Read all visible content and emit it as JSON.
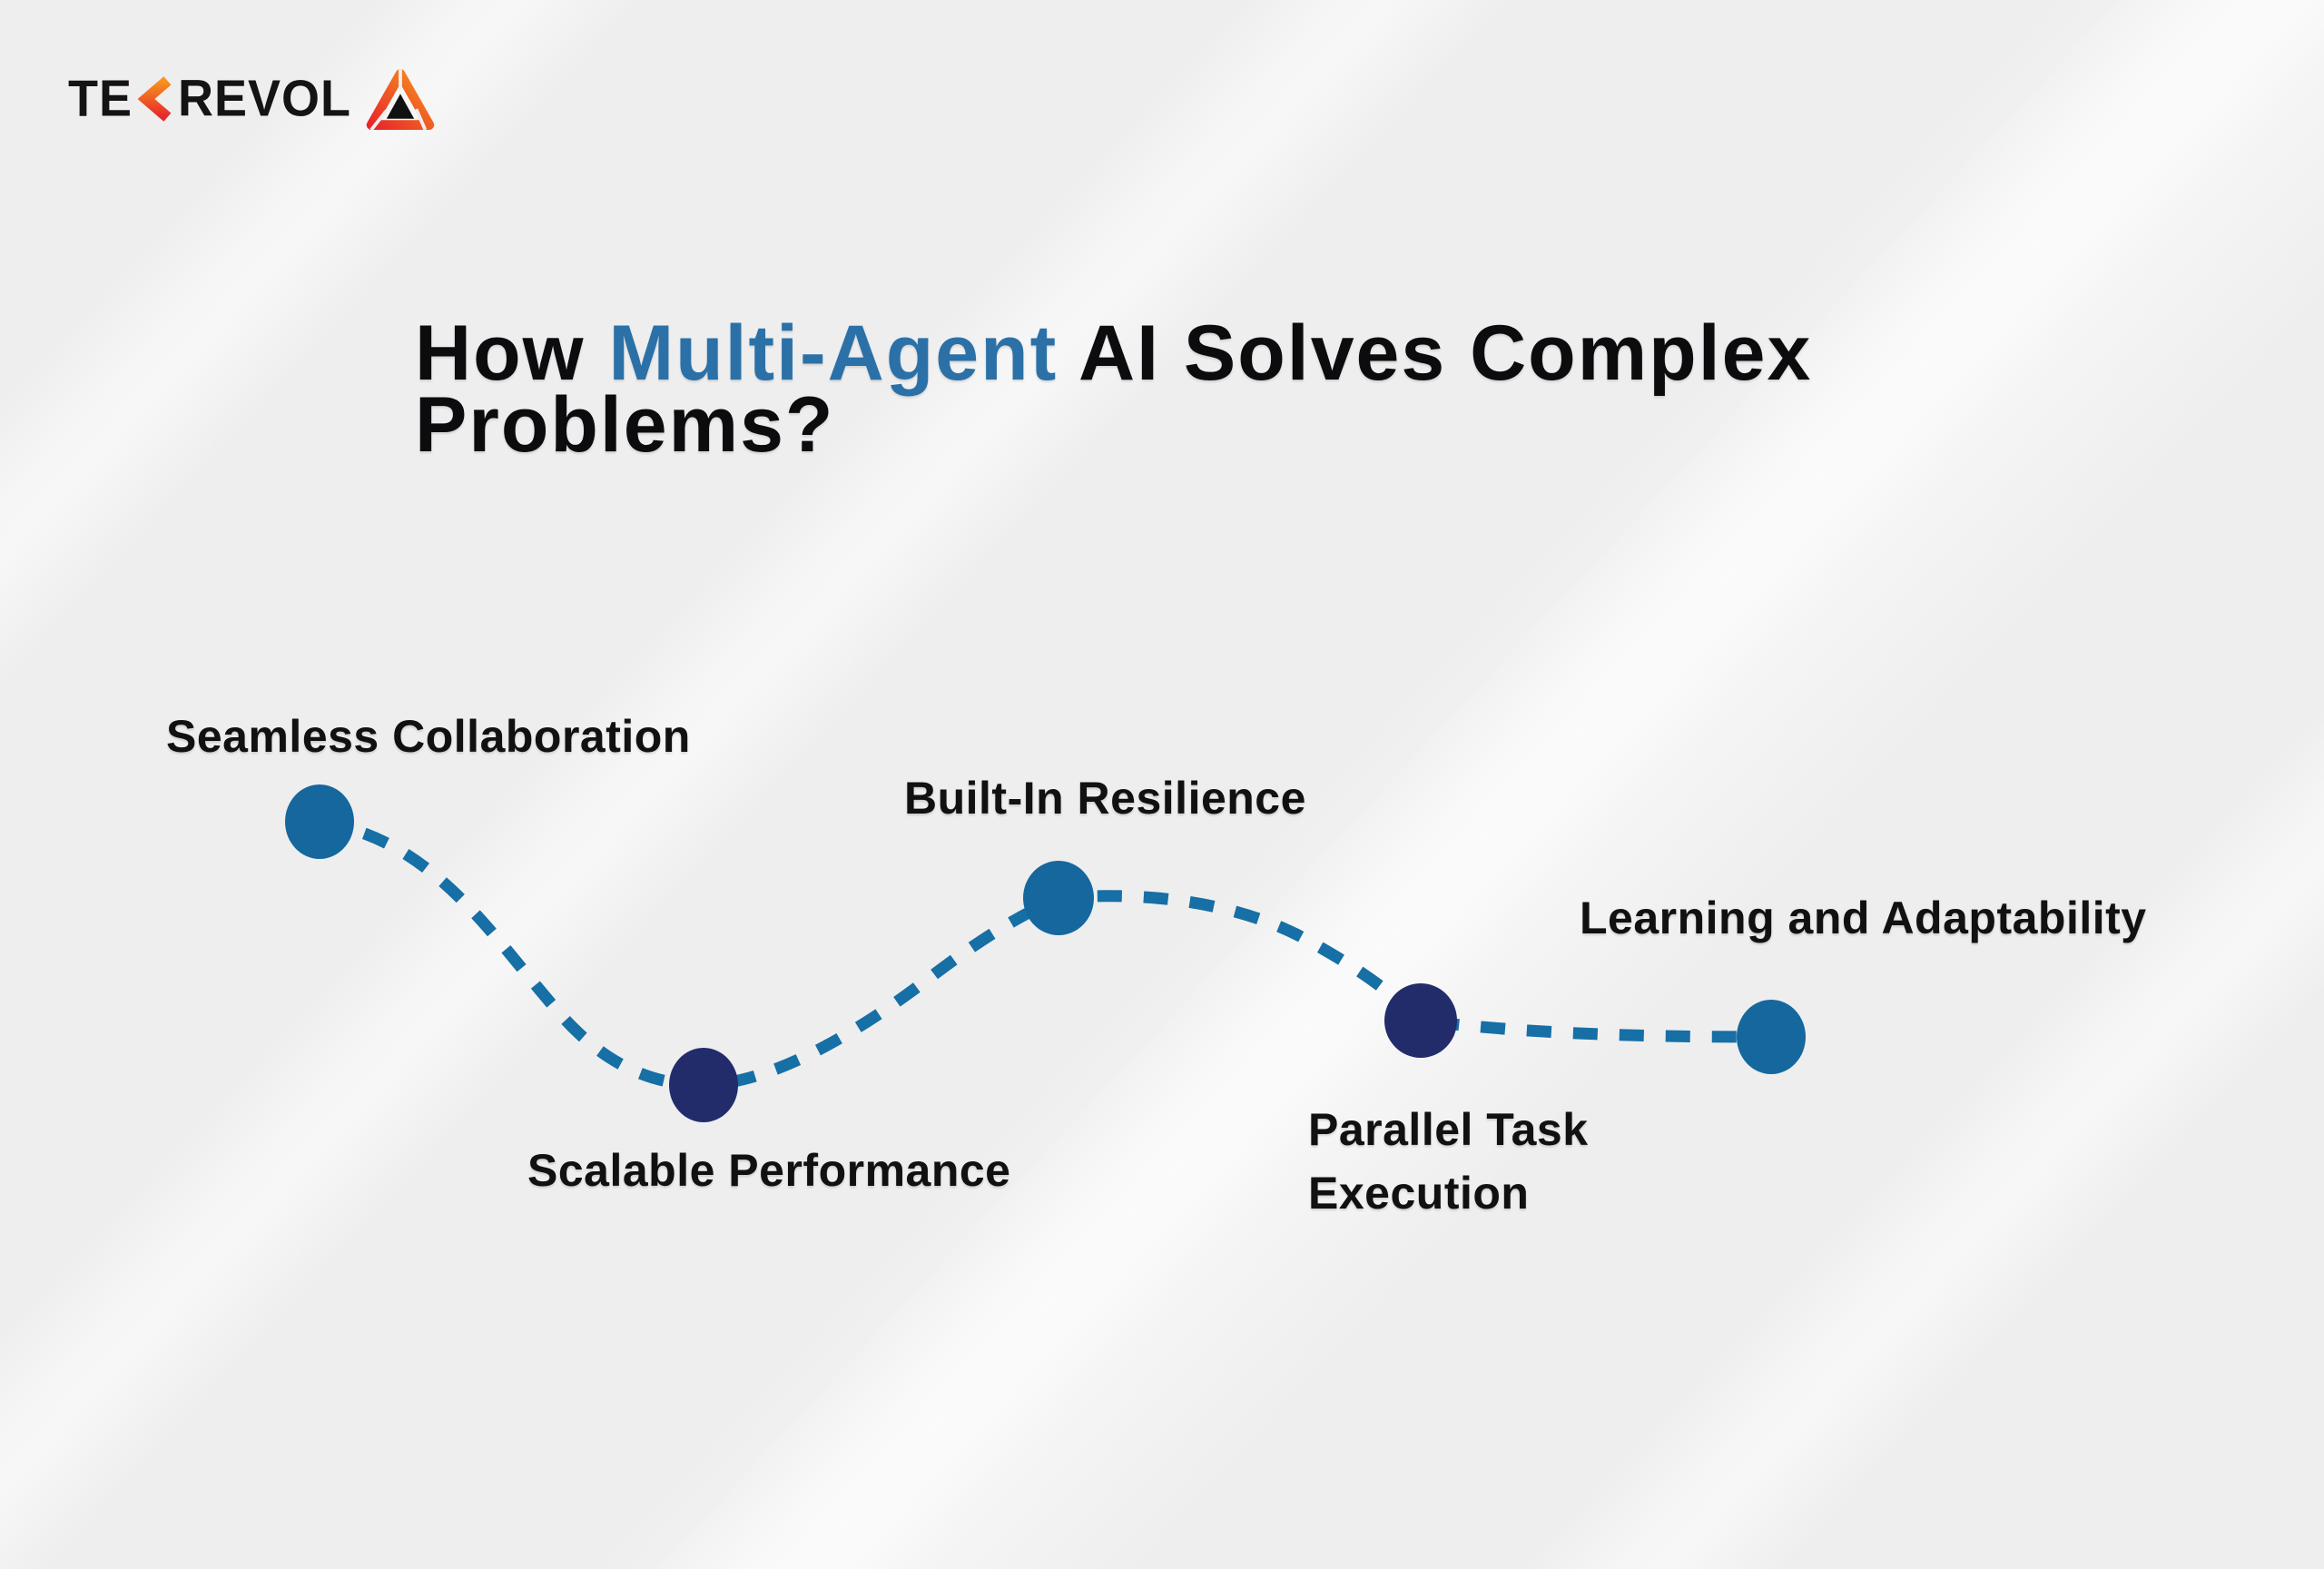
{
  "brand": {
    "name": "TEKREVOL",
    "text_before": "TE",
    "text_after": "REVOL",
    "chevron_icon": "chevron-left-icon",
    "mark_icon": "triangle-delta-icon",
    "colors": {
      "orange": "#F7941D",
      "red": "#E8262B",
      "text": "#141414"
    }
  },
  "title": {
    "prefix": "How ",
    "highlight": "Multi-Agent",
    "suffix": " AI Solves Complex Problems?",
    "highlight_color": "#2B71A7",
    "text_color": "#0C0C0E"
  },
  "diagram": {
    "path_color": "#166FA5",
    "node_fill_blue": "#15679E",
    "node_fill_navy": "#232C6B",
    "nodes": [
      {
        "label": "Seamless Collaboration",
        "color": "#15679E"
      },
      {
        "label": "Scalable Performance",
        "color": "#232C6B"
      },
      {
        "label": "Built-In Resilience",
        "color": "#15679E"
      },
      {
        "label": "Parallel Task Execution",
        "color": "#232C6B"
      },
      {
        "label": "Learning and Adaptability",
        "color": "#15679E"
      }
    ]
  }
}
